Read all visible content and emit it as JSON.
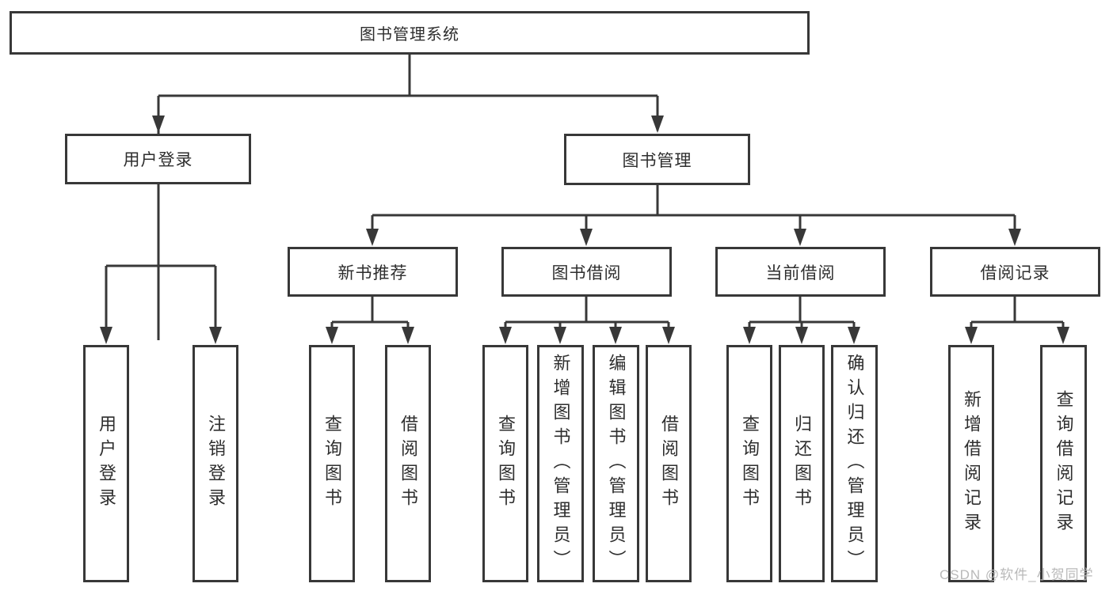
{
  "diagram": {
    "root": "图书管理系统",
    "level2": {
      "user_login": "用户登录",
      "book_mgmt": "图书管理"
    },
    "level3": {
      "new_book_rec": "新书推荐",
      "book_borrow": "图书借阅",
      "current_borrow": "当前借阅",
      "borrow_records": "借阅记录"
    },
    "leaves": {
      "user_login": "用户登录",
      "logout": "注销登录",
      "query_book_1": "查询图书",
      "borrow_book_1": "借阅图书",
      "query_book_2": "查询图书",
      "add_book_admin": "新增图书（管理员）",
      "edit_book_admin": "编辑图书（管理员）",
      "borrow_book_2": "借阅图书",
      "query_book_3": "查询图书",
      "return_book": "归还图书",
      "confirm_return_admin": "确认归还（管理员）",
      "add_borrow_record": "新增借阅记录",
      "query_borrow_record": "查询借阅记录"
    }
  },
  "watermark": "CSDN @软件_小贺同学",
  "colors": {
    "line": "#383838",
    "text": "#2e2e2e",
    "watermark": "#b6b6b6",
    "background": "#ffffff"
  }
}
